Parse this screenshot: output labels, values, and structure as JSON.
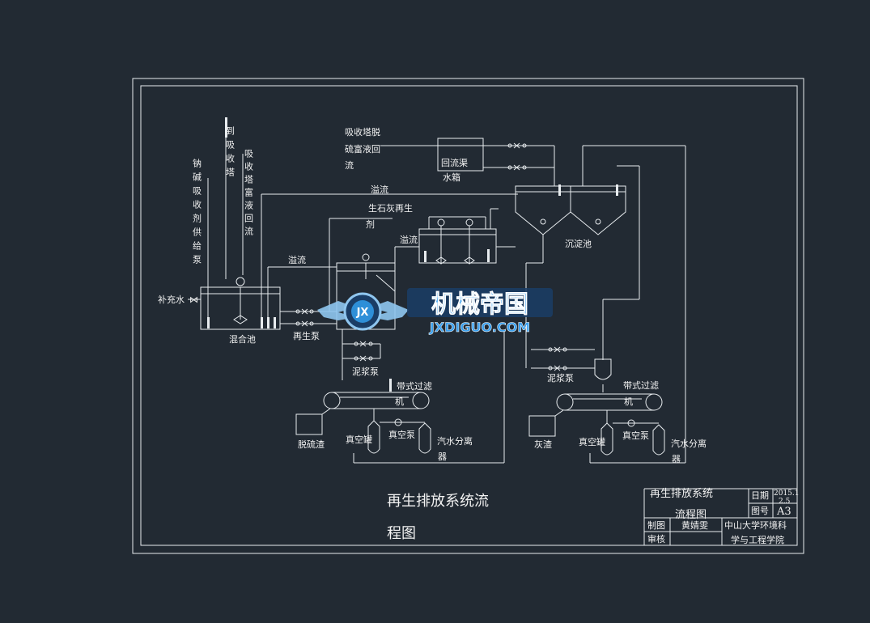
{
  "labels": {
    "to_absorber": "到吸收塔",
    "absorber_rich_return": "吸收塔富液回流",
    "sodium_alkali_pump": "钠碱吸收剂供给泵",
    "makeup_water": "补充水",
    "mix_tank": "混合池",
    "overflow1": "溢流",
    "overflow2": "溢流",
    "overflow3": "溢流",
    "regen_pump": "再生泵",
    "quicklime_regen": "生石灰再生剂",
    "absorber_desulf_return": "吸收塔脱硫富液回流",
    "return_tank": "回流渠",
    "water_tank": "水箱",
    "settling_tank": "沉淀池",
    "slurry_pump1": "泥浆泵",
    "slurry_pump2": "泥浆泵",
    "belt_filter1": "带式过滤机",
    "belt_filter2": "带式过滤机",
    "desulf_residue": "脱硫渣",
    "ash_residue": "灰渣",
    "vacuum_tank1": "真空罐",
    "vacuum_pump1": "真空泵",
    "separator1": "汽水分离器",
    "vacuum_tank2": "真空罐",
    "vacuum_pump2": "真空泵",
    "separator2": "汽水分离器"
  },
  "caption": {
    "line1": "再生排放系统流",
    "line2": "程图"
  },
  "title_block": {
    "title_line1": "再生排放系统",
    "title_line2": "流程图",
    "date_label": "日期",
    "date_value1": "2015.1",
    "date_value2": "2.5",
    "drawing_no_label": "图号",
    "drawing_no_value": "A3",
    "drafter_label": "制图",
    "drafter_name": "黄婧雯",
    "reviewer_label": "审核",
    "institution_line1": "中山大学环境科",
    "institution_line2": "学与工程学院"
  },
  "watermark": {
    "cn": "机械帝国",
    "en": "JXDIGUO.COM",
    "badge": "JX"
  },
  "colors": {
    "background": "#222a33",
    "line": "#e8ecef",
    "logo_blue": "#2e8fd8",
    "logo_dark": "#1a3d66"
  }
}
